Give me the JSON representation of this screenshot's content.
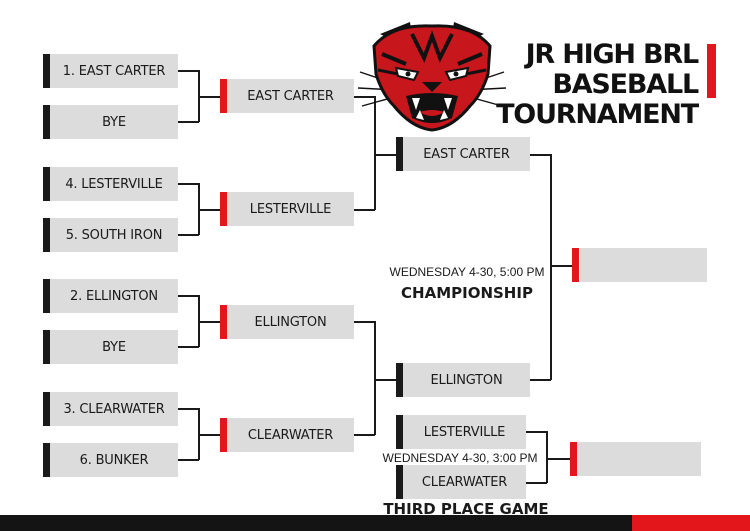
{
  "title": {
    "line1": "JR HIGH BRL",
    "line2": "BASEBALL",
    "line3": "TOURNAMENT"
  },
  "colors": {
    "accent": "#e3161b",
    "dark": "#1a1a1a",
    "slot": "#dcdcdc"
  },
  "round1": [
    "1.   EAST CARTER",
    "BYE",
    "4. LESTERVILLE",
    "5. SOUTH IRON",
    "2. ELLINGTON",
    "BYE",
    "3. CLEARWATER",
    "6. BUNKER"
  ],
  "round2": [
    "EAST CARTER",
    "LESTERVILLE",
    "ELLINGTON",
    "CLEARWATER"
  ],
  "semifinal": [
    "EAST CARTER",
    "ELLINGTON"
  ],
  "championship": {
    "date": "WEDNESDAY 4-30, 5:00 PM",
    "label": "CHAMPIONSHIP",
    "winner": ""
  },
  "third_place": {
    "teams": [
      "LESTERVILLE",
      "CLEARWATER"
    ],
    "date": "WEDNESDAY 4-30, 3:00 PM",
    "label": "THIRD PLACE GAME",
    "winner": ""
  },
  "logo": {
    "icon": "wildcat-mascot-icon"
  }
}
